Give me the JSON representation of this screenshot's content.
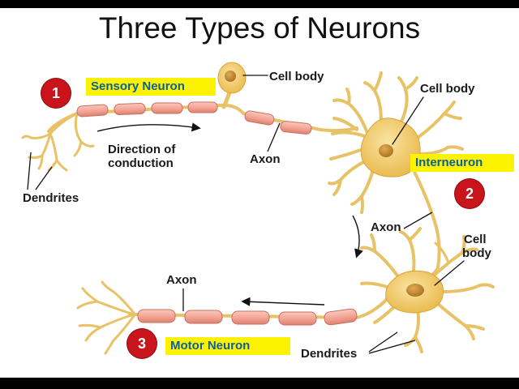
{
  "title": "Three Types of Neurons",
  "neurons": [
    {
      "number": "1",
      "name": "Sensory Neuron"
    },
    {
      "number": "2",
      "name": "Interneuron"
    },
    {
      "number": "3",
      "name": "Motor Neuron"
    }
  ],
  "labels": {
    "cell_body_sensory": "Cell body",
    "direction_line1": "Direction of",
    "direction_line2": "conduction",
    "axon_sensory": "Axon",
    "dendrites_sensory": "Dendrites",
    "cell_body_inter": "Cell body",
    "axon_inter": "Axon",
    "cell_body_motor_line1": "Cell",
    "cell_body_motor_line2": "body",
    "axon_motor": "Axon",
    "dendrites_motor": "Dendrites"
  },
  "colors": {
    "highlight": "#fdf200",
    "neuron_name_text": "#0a5fa0",
    "badge": "#c8141a",
    "myelin": "#f4a89c",
    "cell_body": "#f3cd6a",
    "nucleus": "#c8912f"
  }
}
